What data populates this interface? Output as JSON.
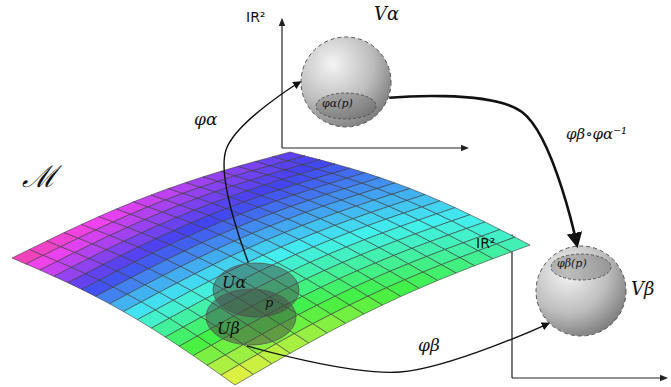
{
  "diagram": {
    "nodes": [
      {
        "text": [
          "ℳ"
        ]
      },
      {
        "text": [
          "Uα"
        ],
        "in": 0
      },
      {
        "text": [
          "Uβ"
        ],
        "in": 0
      },
      {
        "text": [
          "Vα",
          "φα(p)"
        ]
      },
      {
        "text": [
          "Vβ",
          "φβ(p)"
        ]
      }
    ],
    "edges": [
      {
        "from": 1,
        "to": 3,
        "label": "φα",
        "arrow": "to"
      },
      {
        "from": 2,
        "to": 4,
        "label": "φβ",
        "arrow": "to"
      },
      {
        "from": 3,
        "to": 4,
        "label": "φβ∘φα⁻¹",
        "arrow": "to"
      }
    ],
    "labels": [
      "IR²",
      "IR²",
      "p"
    ]
  }
}
